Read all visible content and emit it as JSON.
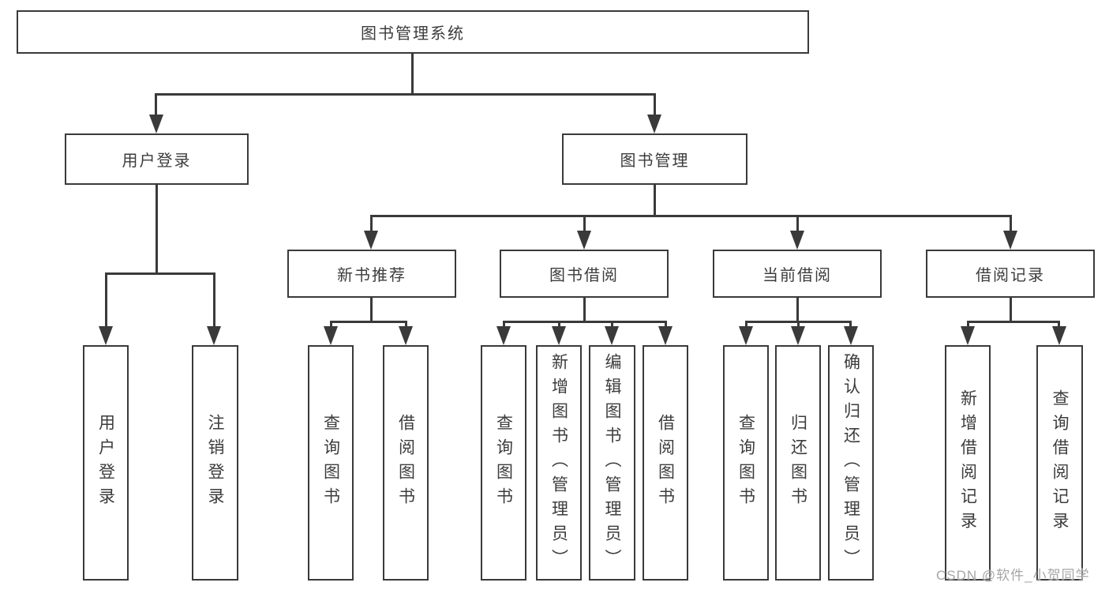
{
  "diagram": {
    "type": "hierarchy-tree",
    "root": {
      "label": "图书管理系统"
    },
    "children": [
      {
        "label": "用户登录",
        "children": [
          {
            "label": "用户登录"
          },
          {
            "label": "注销登录"
          }
        ]
      },
      {
        "label": "图书管理",
        "children": [
          {
            "label": "新书推荐",
            "children": [
              {
                "label": "查询图书"
              },
              {
                "label": "借阅图书"
              }
            ]
          },
          {
            "label": "图书借阅",
            "children": [
              {
                "label": "查询图书"
              },
              {
                "label": "新增图书（管理员）"
              },
              {
                "label": "编辑图书（管理员）"
              },
              {
                "label": "借阅图书"
              }
            ]
          },
          {
            "label": "当前借阅",
            "children": [
              {
                "label": "查询图书"
              },
              {
                "label": "归还图书"
              },
              {
                "label": "确认归还（管理员）"
              }
            ]
          },
          {
            "label": "借阅记录",
            "children": [
              {
                "label": "新增借阅记录"
              },
              {
                "label": "查询借阅记录"
              }
            ]
          }
        ]
      }
    ]
  },
  "watermark": {
    "text": "CSDN @软件_小贺同学"
  },
  "colors": {
    "line": "#3a3a3a",
    "text": "#3c3c3c",
    "background": "#ffffff",
    "watermark": "#a6a6a6"
  }
}
